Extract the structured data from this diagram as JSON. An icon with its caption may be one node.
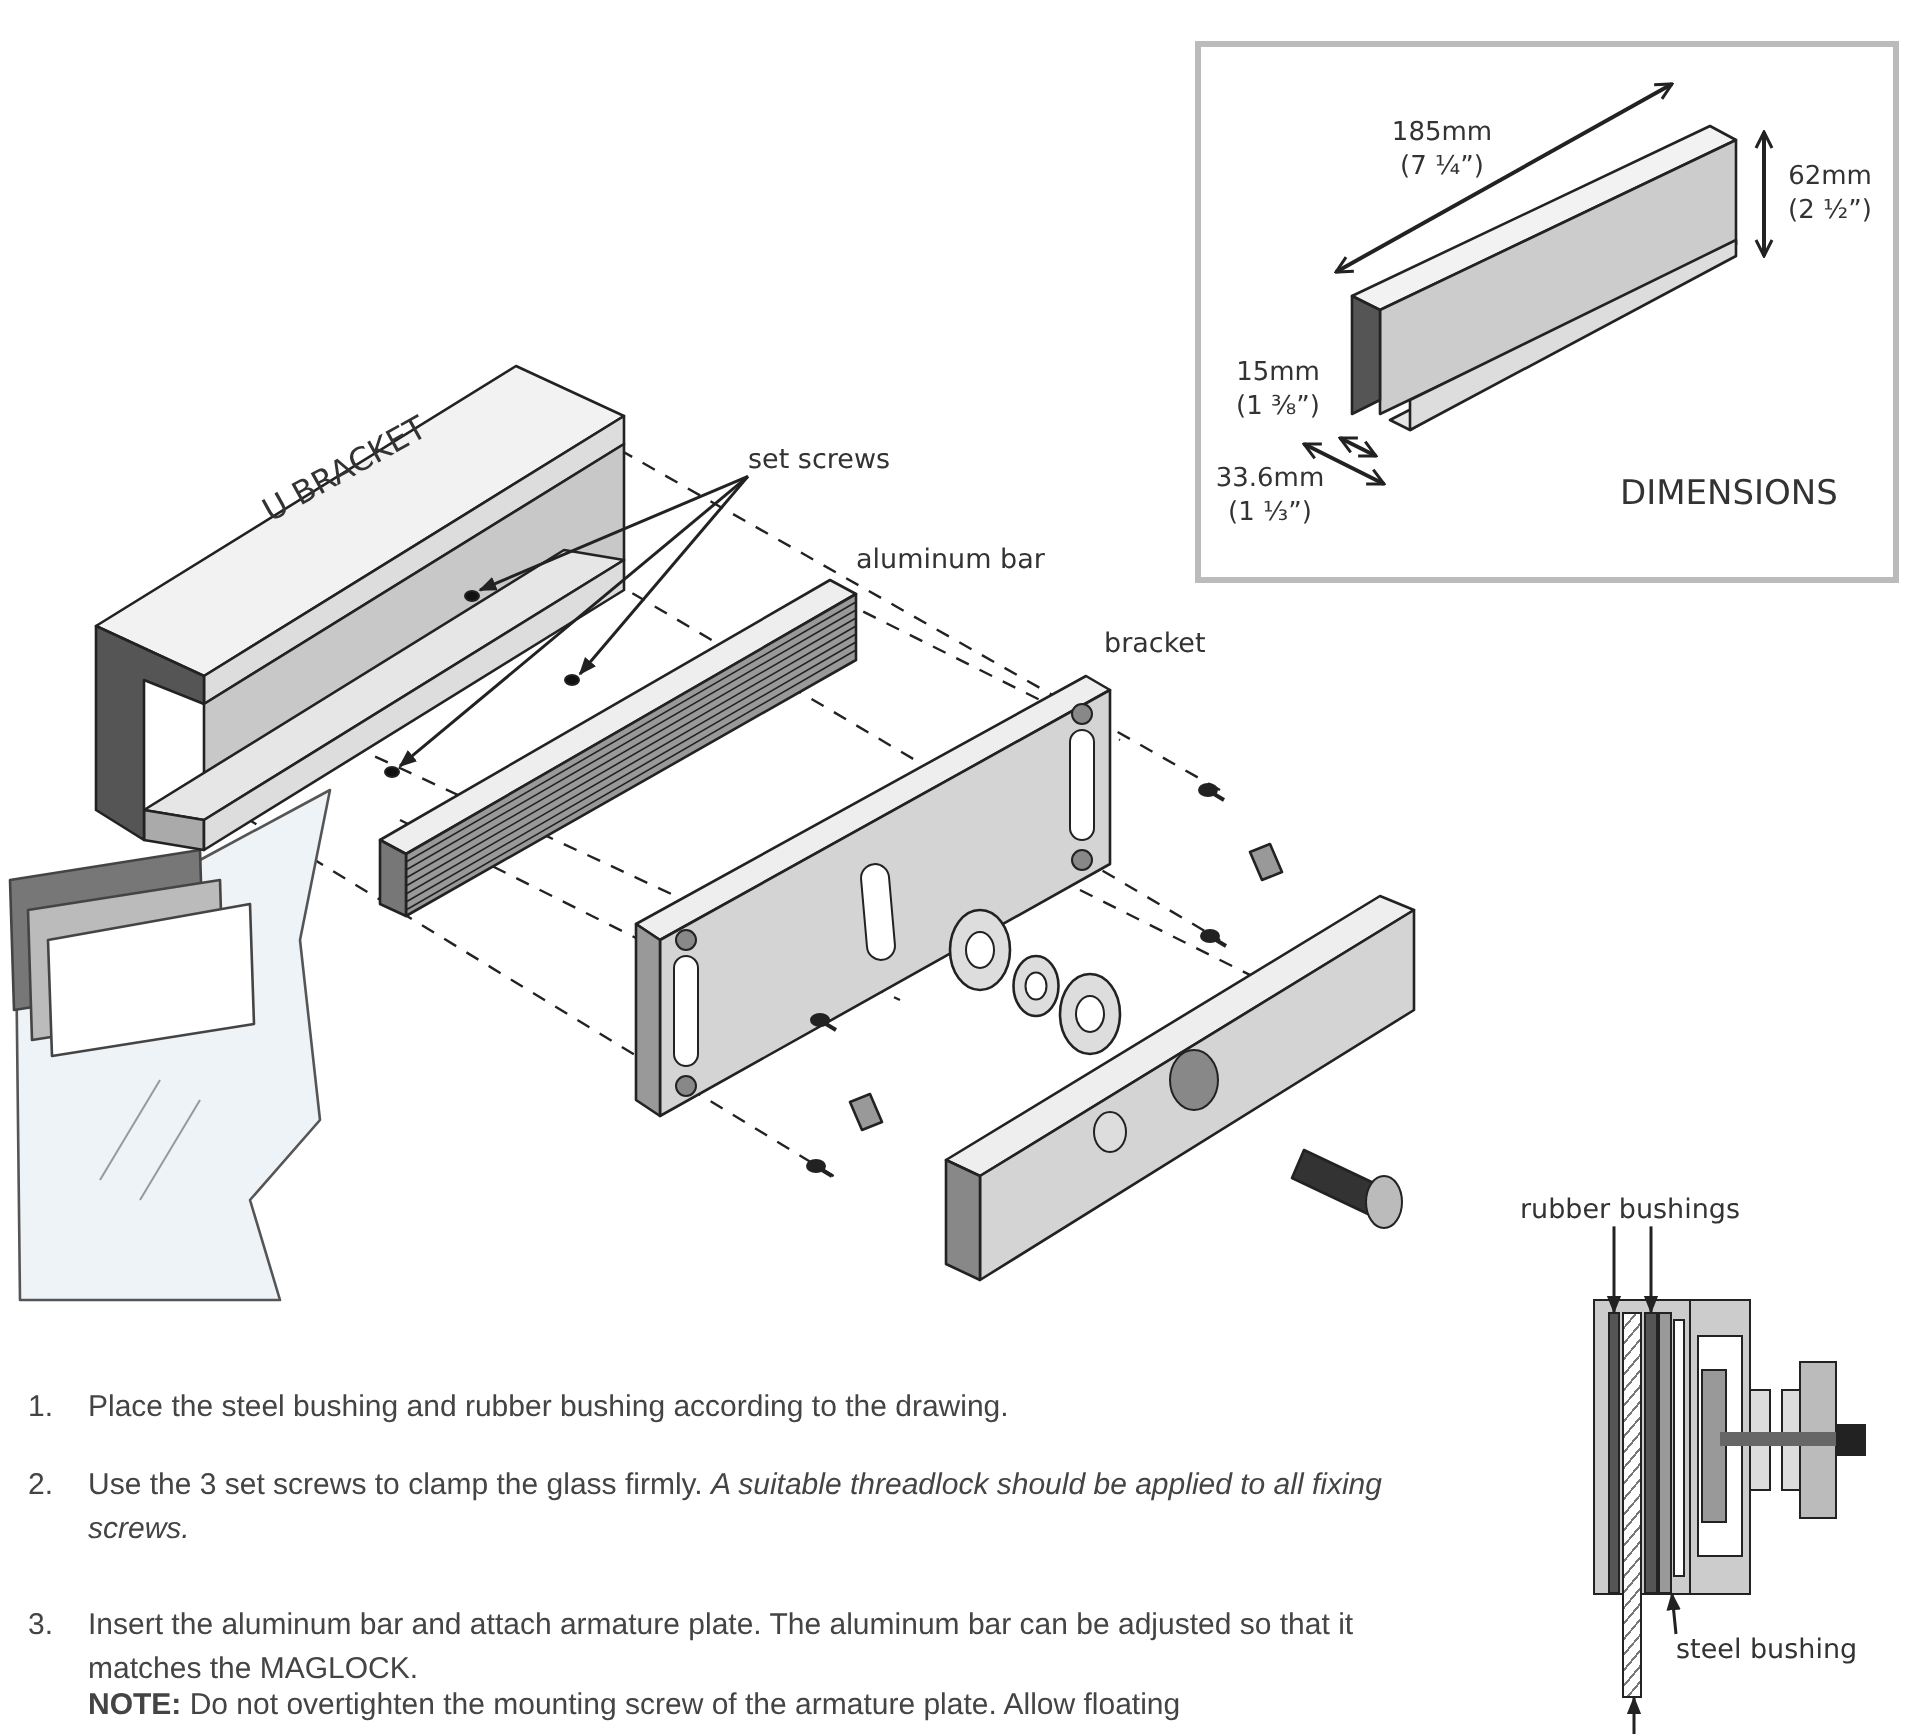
{
  "diagram": {
    "nodes": [
      {
        "text": [
          "set screws"
        ]
      },
      {
        "text": [],
        "shape": "circle"
      },
      {
        "text": [],
        "shape": "circle"
      },
      {
        "text": [],
        "shape": "circle"
      },
      {
        "text": [
          "rubber bushings"
        ]
      },
      {
        "text": [],
        "shape": "bar"
      },
      {
        "text": [],
        "shape": "bar"
      },
      {
        "text": [],
        "shape": "bar"
      },
      {
        "text": [],
        "shape": "bar"
      },
      {
        "text": [
          "steel bushing"
        ]
      }
    ],
    "edges": [
      {
        "from": 0,
        "to": 1,
        "arrow": "to"
      },
      {
        "from": 0,
        "to": 2,
        "arrow": "to"
      },
      {
        "from": 0,
        "to": 3,
        "arrow": "to"
      },
      {
        "from": 4,
        "to": 5,
        "arrow": "to"
      },
      {
        "from": 4,
        "to": 7,
        "arrow": "to"
      },
      {
        "from": 9,
        "to": 8,
        "arrow": "to"
      },
      {
        "from": null,
        "to": 6,
        "arrow": "to"
      }
    ],
    "labels": [
      "185mm (7 ¼”)",
      "62mm (2 ½”)",
      "15mm (1 ⅜”)",
      "33.6mm (1 ⅓”)",
      "DIMENSIONS",
      "U BRACKET",
      "aluminum bar",
      "bracket",
      "1.",
      "Place the steel bushing and rubber bushing according to the drawing.",
      "2.",
      "Use the 3 set screws to clamp the glass firmly. *A suitable threadlock should be applied to all fixing screws.*",
      "3.",
      "Insert the aluminum bar and attach armature plate. The aluminum bar can be adjusted so that it matches the MAGLOCK.",
      "**NOTE:** Do not overtighten the mounting screw of the armature plate. Allow floating"
    ]
  }
}
